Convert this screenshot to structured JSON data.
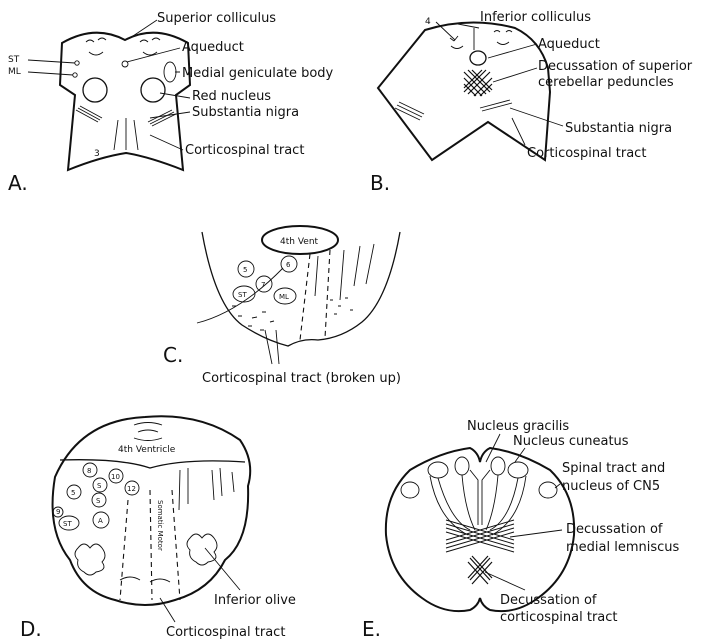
{
  "panels": {
    "a": {
      "letter": "A.",
      "labels": {
        "superior_colliculus": "Superior colliculus",
        "aqueduct": "Aqueduct",
        "medial_geniculate": "Medial geniculate body",
        "red_nucleus": "Red nucleus",
        "substantia_nigra": "Substantia nigra",
        "corticospinal": "Corticospinal tract",
        "st": "ST",
        "ml": "ML",
        "cn3": "3"
      }
    },
    "b": {
      "letter": "B.",
      "labels": {
        "inferior_colliculus": "Inferior colliculus",
        "aqueduct": "Aqueduct",
        "decussation_1": "Decussation of superior",
        "decussation_2": "cerebellar peduncles",
        "substantia_nigra": "Substantia nigra",
        "corticospinal": "Corticospinal tract",
        "cn4": "4"
      }
    },
    "c": {
      "letter": "C.",
      "labels": {
        "fourth_vent": "4th Vent",
        "corticospinal": "Corticospinal tract (broken up)",
        "n5": "5",
        "n6": "6",
        "n7": "7",
        "st": "ST",
        "ml": "ML"
      }
    },
    "d": {
      "letter": "D.",
      "labels": {
        "fourth_ventricle": "4th Ventricle",
        "inferior_olive": "Inferior olive",
        "corticospinal": "Corticospinal tract",
        "somatic_motor": "Somatic Motor",
        "n8": "8",
        "n5": "5",
        "s1": "S",
        "s2": "S",
        "n10": "10",
        "n12": "12",
        "a": "A",
        "st": "ST",
        "n9": "9"
      }
    },
    "e": {
      "letter": "E.",
      "labels": {
        "nucleus_gracilis": "Nucleus gracilis",
        "nucleus_cuneatus": "Nucleus cuneatus",
        "spinal_tract_1": "Spinal tract and",
        "spinal_tract_2": "nucleus of CN5",
        "decussation_ml_1": "Decussation of",
        "decussation_ml_2": "medial lemniscus",
        "decussation_cs_1": "Decussation of",
        "decussation_cs_2": "corticospinal tract"
      }
    }
  }
}
